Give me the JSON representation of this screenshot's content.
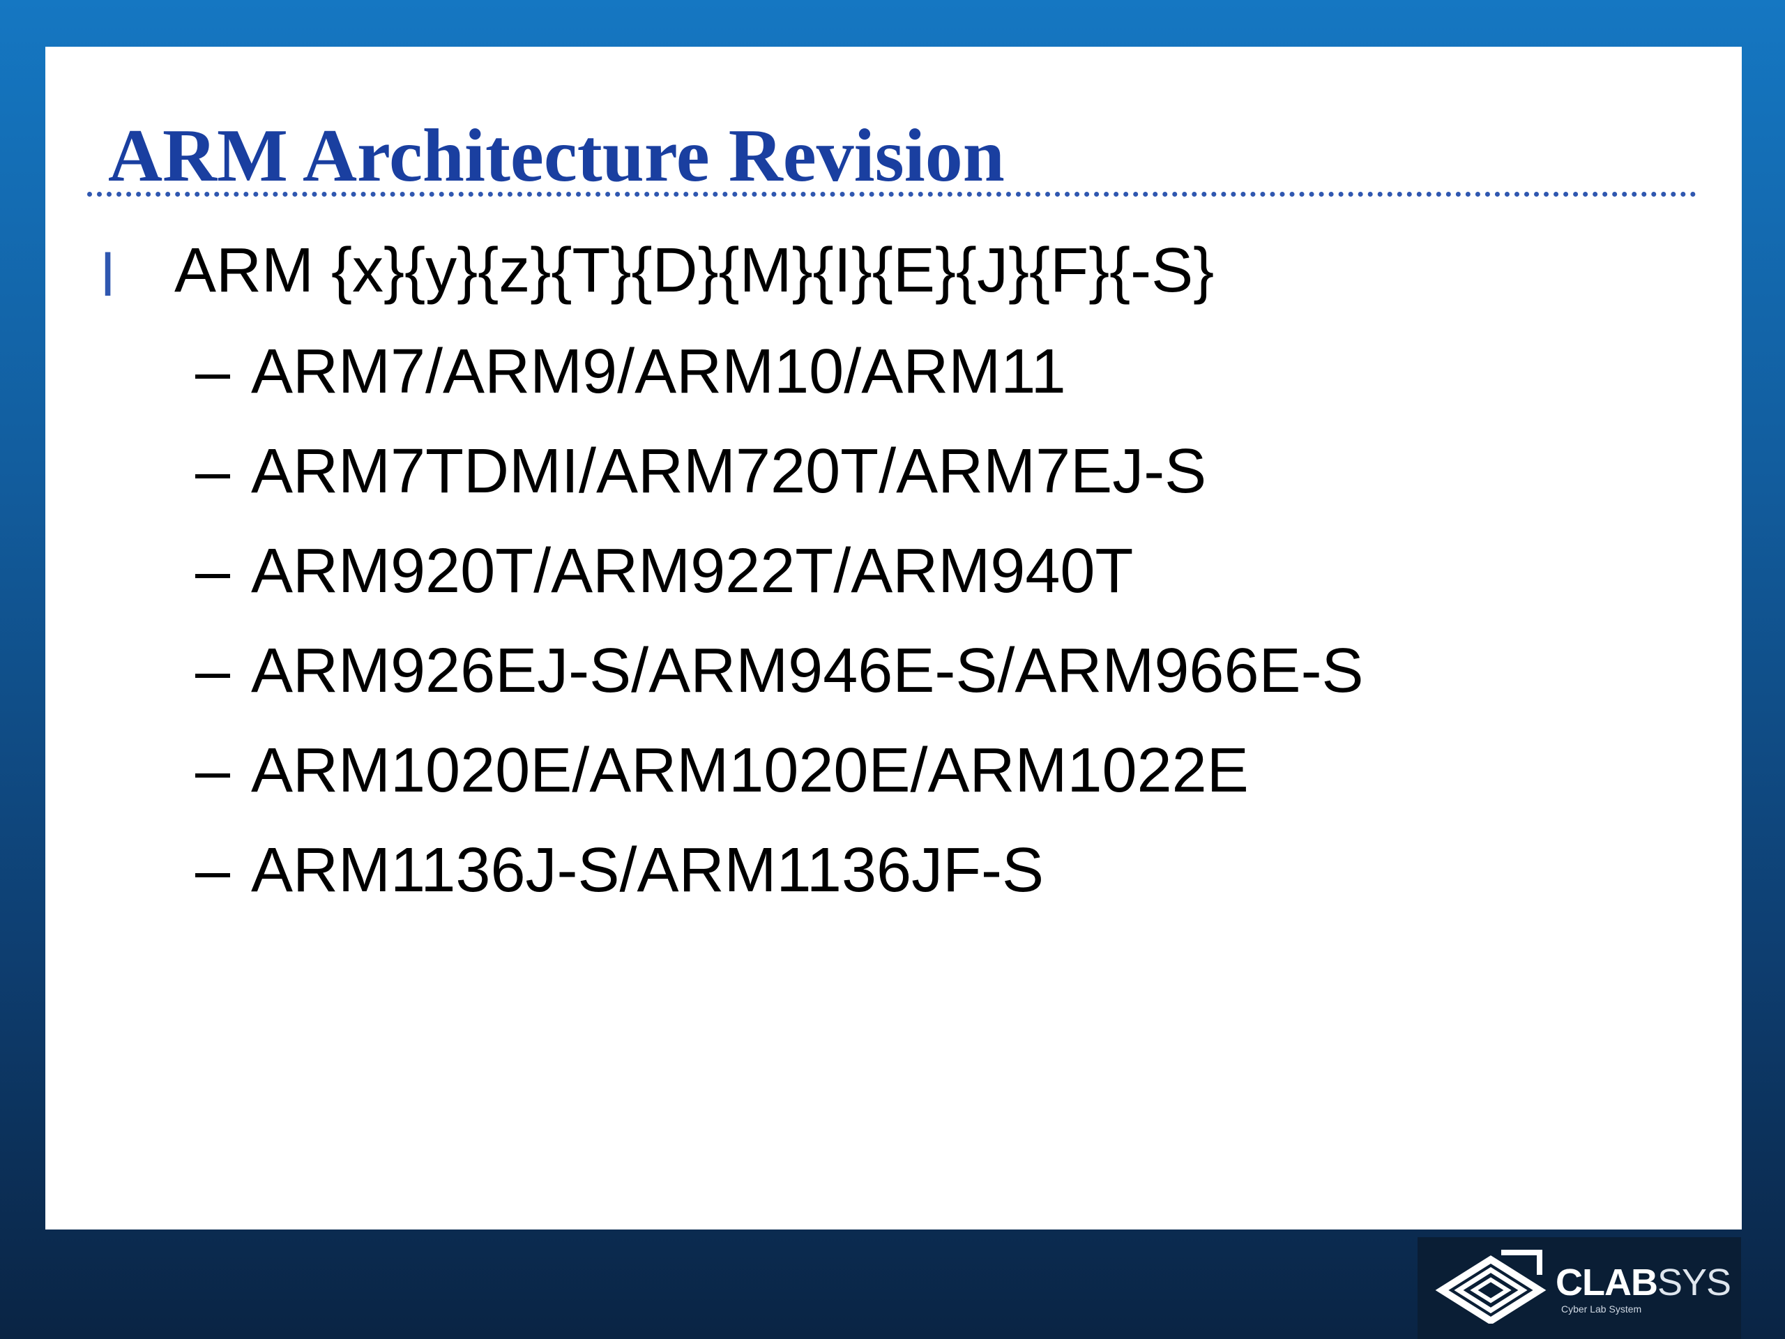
{
  "slide": {
    "title": "ARM Architecture Revision",
    "bullet": "ARM {x}{y}{z}{T}{D}{M}{I}{E}{J}{F}{-S}",
    "sub_items": [
      "ARM7/ARM9/ARM10/ARM11",
      "ARM7TDMI/ARM720T/ARM7EJ-S",
      "ARM920T/ARM922T/ARM940T",
      "ARM926EJ-S/ARM946E-S/ARM966E-S",
      "ARM1020E/ARM1020E/ARM1022E",
      "ARM1136J-S/ARM1136JF-S"
    ],
    "dash": "–"
  },
  "logo": {
    "name_bold": "CLAB",
    "name_light": "SYS",
    "tagline": "Cyber Lab System",
    "icon": "stacked-layers-logo-icon"
  },
  "colors": {
    "title": "#1a3fa0",
    "rule": "#2f57b0",
    "background_top": "#1577c2",
    "background_bottom": "#0a2444"
  }
}
